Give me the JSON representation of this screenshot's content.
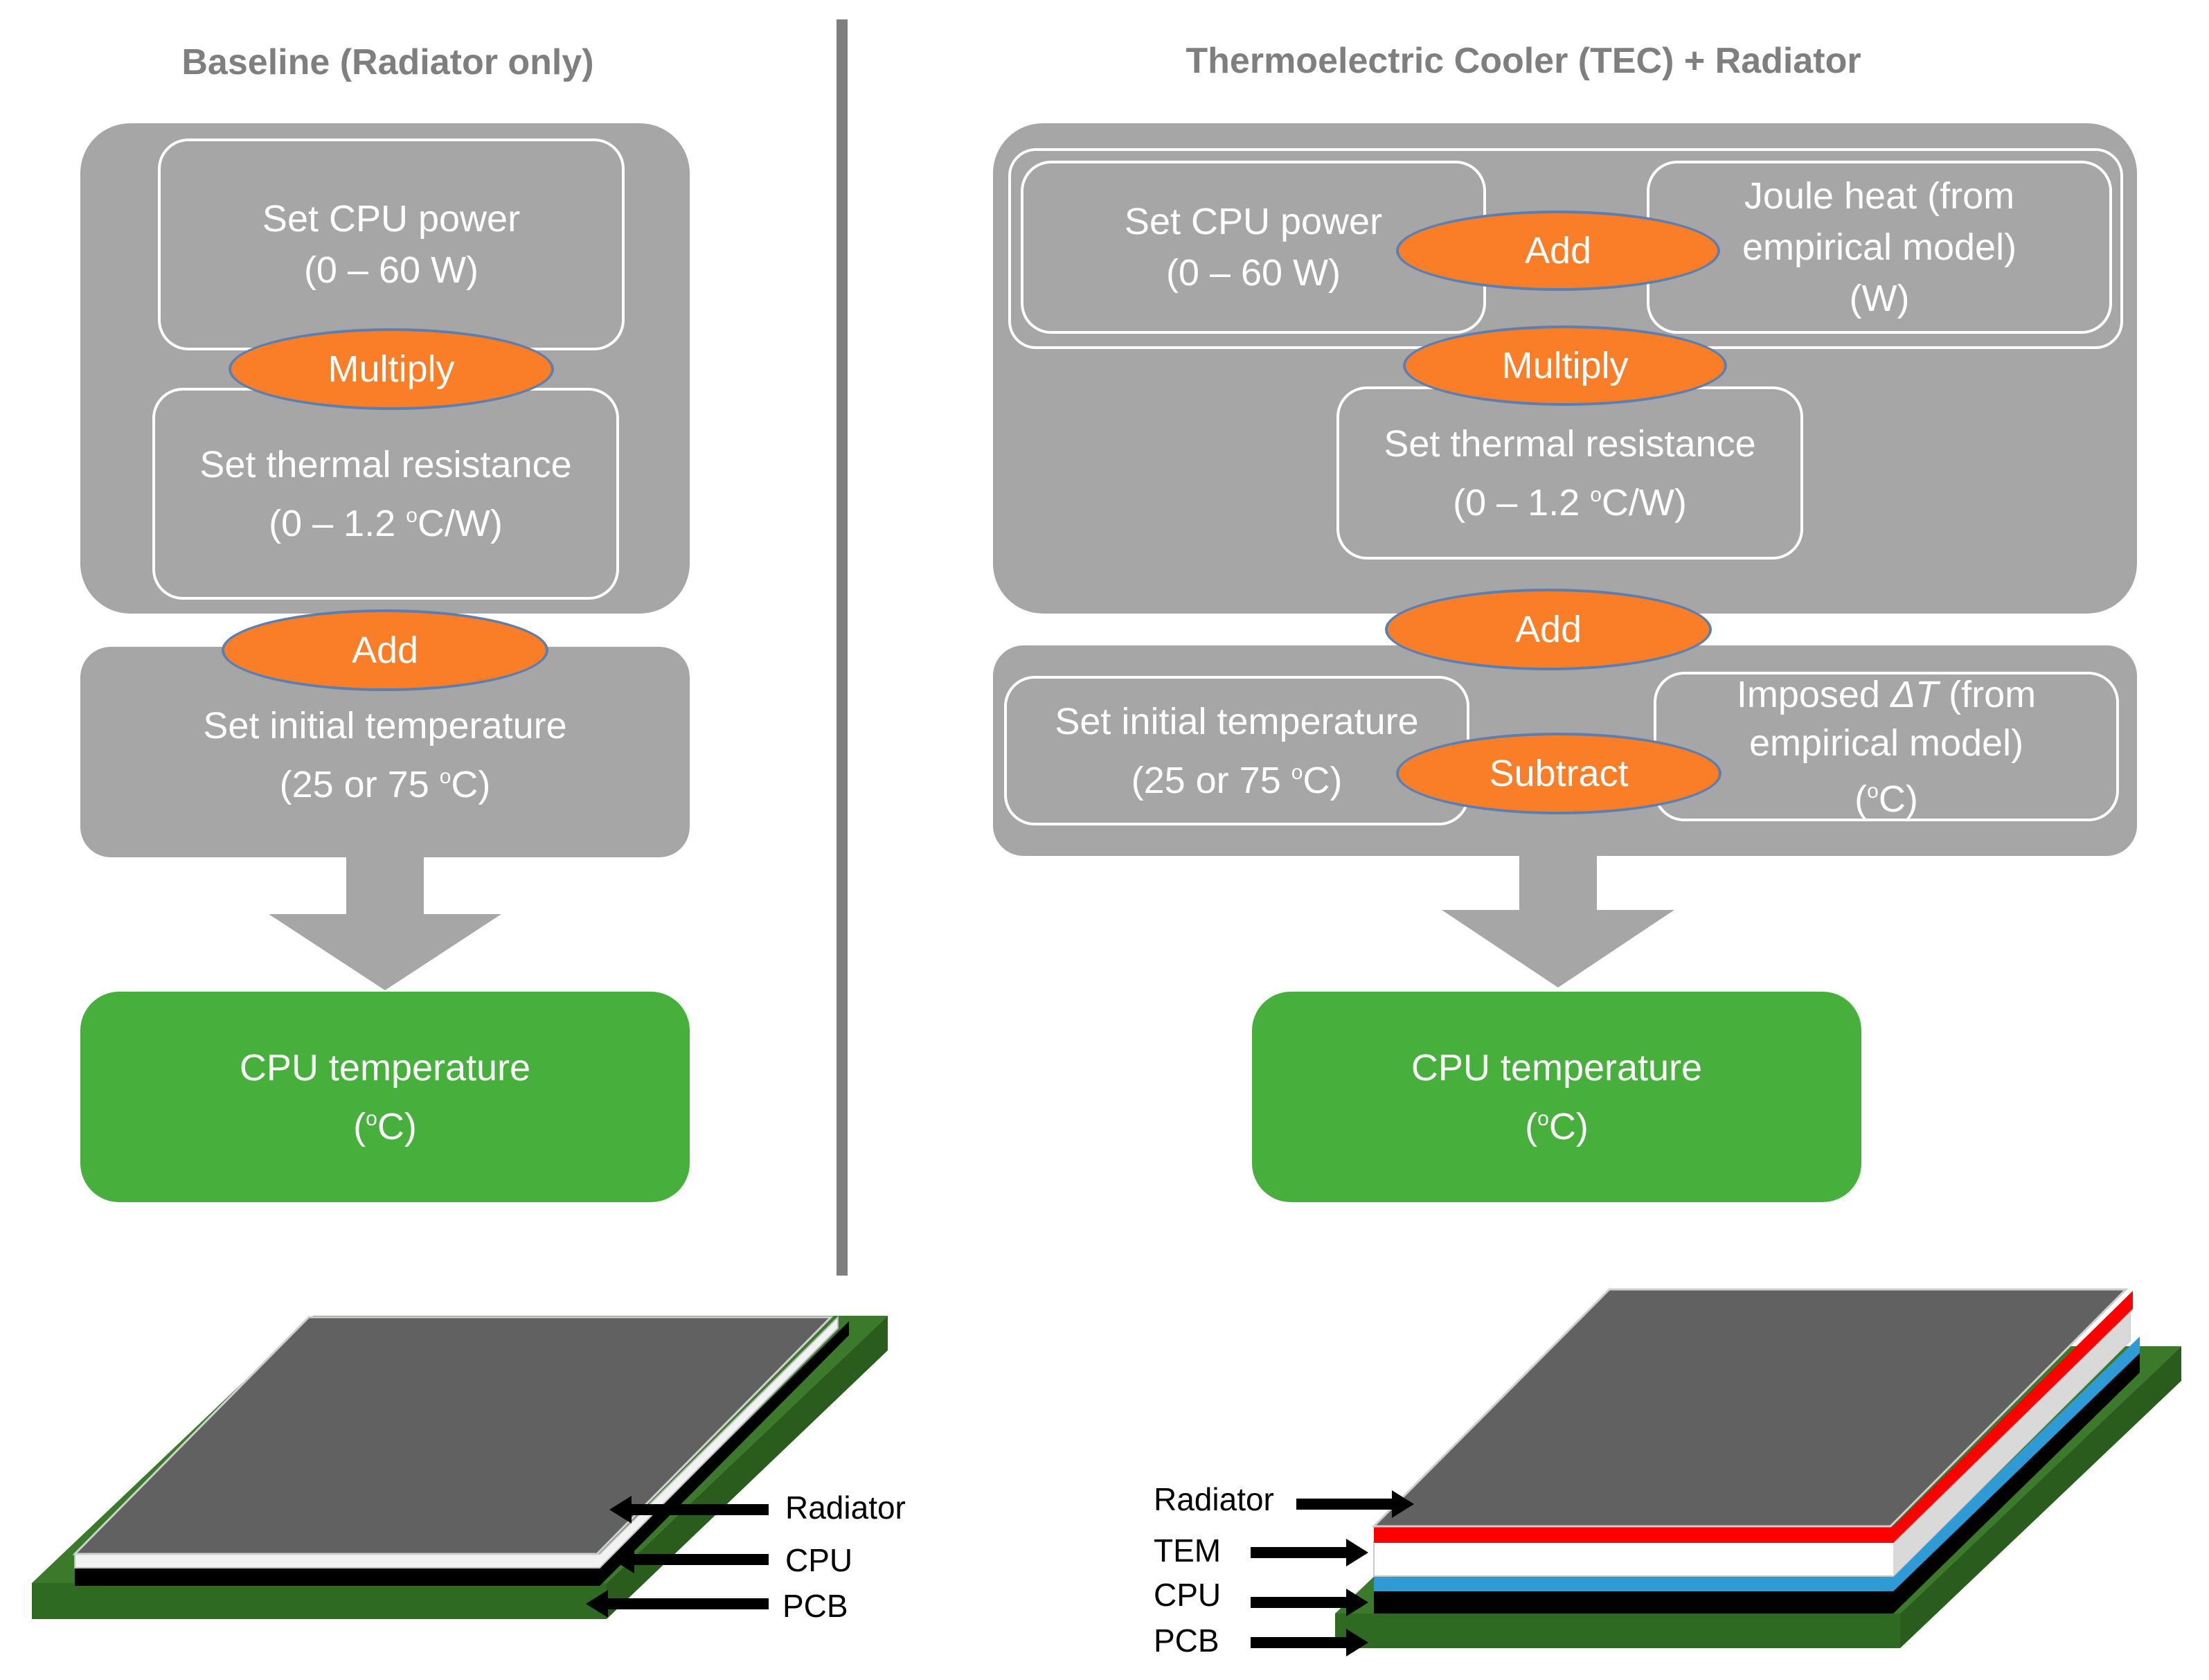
{
  "left": {
    "title": "Baseline (Radiator only)",
    "cpu_power": {
      "line1": "Set CPU power",
      "line2": "(0 – 60 W)"
    },
    "multiply": "Multiply",
    "thermal_resistance": {
      "line1": "Set thermal resistance",
      "line2a": "(0 – 1.2 ",
      "sup": "o",
      "line2b": "C/W)"
    },
    "add": "Add",
    "initial_temp": {
      "line1": "Set initial temperature",
      "line2a": "(25 or 75 ",
      "sup": "o",
      "line2b": "C)"
    },
    "result": {
      "line1": "CPU temperature",
      "line2a": "(",
      "sup": "o",
      "line2b": "C)"
    },
    "stack_labels": {
      "radiator": "Radiator",
      "cpu": "CPU",
      "pcb": "PCB"
    }
  },
  "right": {
    "title": "Thermoelectric Cooler (TEC) + Radiator",
    "cpu_power": {
      "line1": "Set CPU power",
      "line2": "(0 – 60 W)"
    },
    "add_top": "Add",
    "joule_heat": {
      "line1": "Joule heat (from",
      "line2": "empirical model)",
      "line3": "(W)"
    },
    "multiply": "Multiply",
    "thermal_resistance": {
      "line1": "Set thermal resistance",
      "line2a": "(0 – 1.2 ",
      "sup": "o",
      "line2b": "C/W)"
    },
    "add": "Add",
    "initial_temp": {
      "line1": "Set initial temperature",
      "line2a": "(25 or 75 ",
      "sup": "o",
      "line2b": "C)"
    },
    "subtract": "Subtract",
    "imposed_dt": {
      "line1a": "Imposed ",
      "delta": "ΔT",
      "line1b": " (from",
      "line2": "empirical model)",
      "line3a": "(",
      "sup": "o",
      "line3b": "C)"
    },
    "result": {
      "line1": "CPU temperature",
      "line2a": "(",
      "sup": "o",
      "line2b": "C)"
    },
    "stack_labels": {
      "radiator": "Radiator",
      "tem": "TEM",
      "cpu": "CPU",
      "pcb": "PCB"
    }
  },
  "colors": {
    "panel_gray": "#a6a6a6",
    "operator_orange": "#fa7d28",
    "result_green": "#47b03d",
    "divider": "#7f7f7f",
    "radiator_dark": "#616161",
    "pcb_green": "#3b7a2b",
    "tem_red": "#ff0000",
    "tem_blue": "#2e9ad6"
  }
}
